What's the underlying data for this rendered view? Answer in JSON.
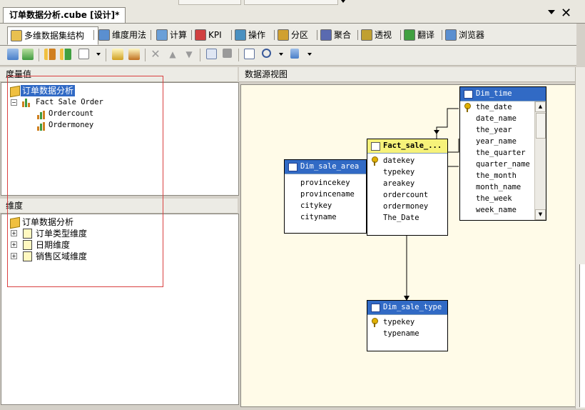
{
  "window": {
    "doc_tab_title": "订单数据分析.cube [设计]*",
    "close_glyph": "✕"
  },
  "tabs": [
    {
      "label": "多维数据集结构",
      "icon": "cube-structure-icon",
      "active": true
    },
    {
      "label": "维度用法",
      "icon": "dimension-usage-icon"
    },
    {
      "label": "计算",
      "icon": "calculations-icon"
    },
    {
      "label": "KPI",
      "icon": "kpi-icon"
    },
    {
      "label": "操作",
      "icon": "actions-icon"
    },
    {
      "label": "分区",
      "icon": "partitions-icon"
    },
    {
      "label": "聚合",
      "icon": "aggregations-icon"
    },
    {
      "label": "透视",
      "icon": "perspectives-icon"
    },
    {
      "label": "翻译",
      "icon": "translations-icon"
    },
    {
      "label": "浏览器",
      "icon": "browser-icon"
    }
  ],
  "measures_pane": {
    "header": "度量值",
    "root": "订单数据分析",
    "group": "Fact Sale Order",
    "measures": [
      "Ordercount",
      "Ordermoney"
    ]
  },
  "dimensions_pane": {
    "header": "维度",
    "root": "订单数据分析",
    "items": [
      "订单类型维度",
      "日期维度",
      "销售区域维度"
    ]
  },
  "dsv_pane": {
    "header": "数据源视图",
    "tables": {
      "dim_time": {
        "name": "Dim_time",
        "columns": [
          "the_date",
          "date_name",
          "the_year",
          "year_name",
          "the_quarter",
          "quarter_name",
          "the_month",
          "month_name",
          "the_week",
          "week_name"
        ],
        "key": "the_date"
      },
      "dim_sale_area": {
        "name": "Dim_sale_area",
        "columns": [
          "provincekey",
          "provincename",
          "citykey",
          "cityname"
        ]
      },
      "fact_sale": {
        "name": "Fact_sale_...",
        "columns": [
          "datekey",
          "typekey",
          "areakey",
          "ordercount",
          "ordermoney",
          "The_Date"
        ],
        "key": "datekey"
      },
      "dim_sale_type": {
        "name": "Dim_sale_type",
        "columns": [
          "typekey",
          "typename"
        ],
        "key": "typekey"
      }
    }
  },
  "colors": {
    "table_header": "#316ac5",
    "fact_header": "#f6f27a",
    "highlight_box": "#d94040",
    "diagram_bg": "#fffbe8"
  }
}
